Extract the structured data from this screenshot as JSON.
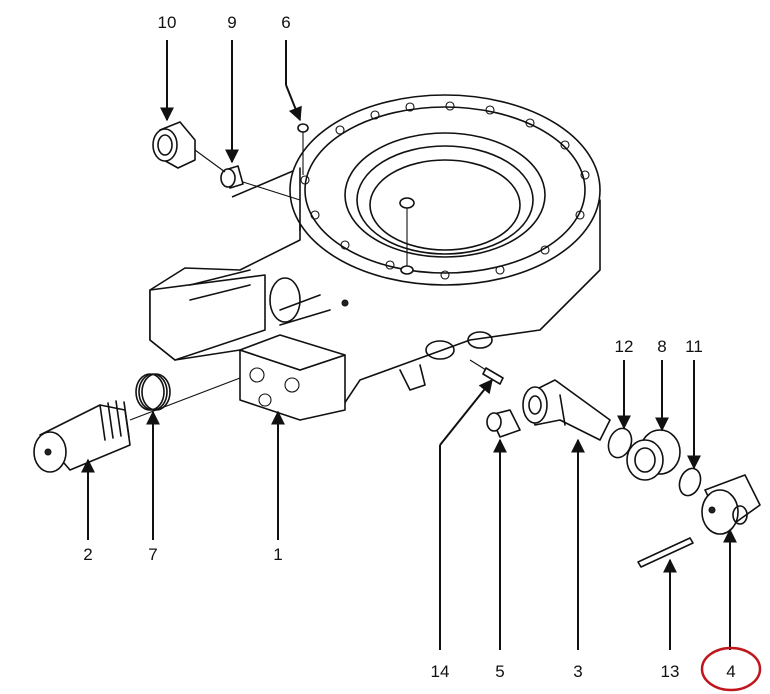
{
  "diagram": {
    "callouts": [
      {
        "id": "c10",
        "text": "10"
      },
      {
        "id": "c9",
        "text": "9"
      },
      {
        "id": "c6",
        "text": "6"
      },
      {
        "id": "c12",
        "text": "12"
      },
      {
        "id": "c8",
        "text": "8"
      },
      {
        "id": "c11",
        "text": "11"
      },
      {
        "id": "c2",
        "text": "2"
      },
      {
        "id": "c7",
        "text": "7"
      },
      {
        "id": "c1",
        "text": "1"
      },
      {
        "id": "c14",
        "text": "14"
      },
      {
        "id": "c5",
        "text": "5"
      },
      {
        "id": "c3",
        "text": "3"
      },
      {
        "id": "c13",
        "text": "13"
      },
      {
        "id": "c4",
        "text": "4"
      }
    ],
    "highlight_color": "#c0151b",
    "line_color": "#111111"
  }
}
